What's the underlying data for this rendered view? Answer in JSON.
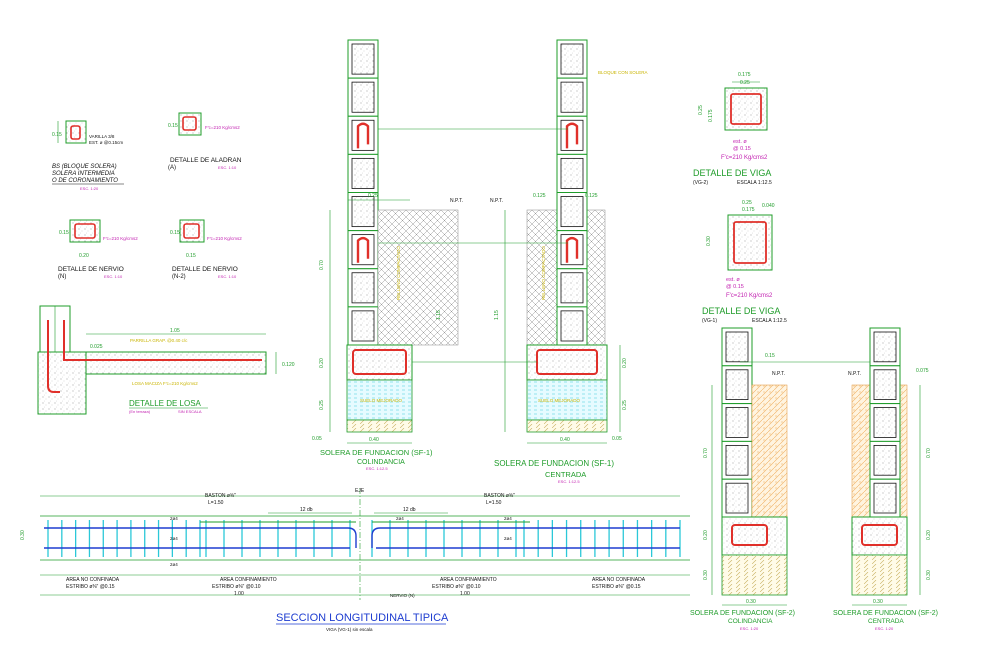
{
  "small_details": {
    "bs_dim": "0.15",
    "bs_note1": "VARILLA 3/8",
    "bs_note2": "EST. ø @0.15cm",
    "bs_title1": "BS (BLOQUE SOLERA)",
    "bs_title2": "SOLERA INTERMEDIA",
    "bs_title3": "O DE CORONAMIENTO",
    "bs_scale": "ESC. 1:20",
    "ala_dim": "0.15",
    "ala_note": "F'c=210 Kg/cms2",
    "ala_title": "DETALLE DE ALADRAN",
    "ala_sub": "(A)",
    "ala_scale": "ESC. 1:10",
    "n_dim_v": "0.15",
    "n_dim_h": "0.20",
    "n_note": "F'c=210 Kg/cms2",
    "n_title": "DETALLE DE NERVIO",
    "n_sub": "(N)",
    "n_scale": "ESC. 1:10",
    "n2_dim_v": "0.15",
    "n2_dim_h": "0.15",
    "n2_note": "F'c=210 Kg/cms2",
    "n2_title": "DETALLE DE NERVIO",
    "n2_sub": "(N-2)",
    "n2_scale": "ESC. 1:10"
  },
  "losa": {
    "dim_len": "1.05",
    "dim_thick": "0.120",
    "dim_top": "0.025",
    "note1": "PARRILLA GRAP. @0.40 c/c",
    "note2": "LOSA MACIZA F'c=210 Kg/cms2",
    "title": "DETALLE DE LOSA",
    "sub": "(En terraza)",
    "scale": "SIN ESCALA"
  },
  "sf1": {
    "left_title": "SOLERA DE FUNDACION (SF-1)",
    "left_sub": "COLINDANCIA",
    "left_scale": "ESC. 1:12.5",
    "right_title": "SOLERA DE FUNDACION (SF-1)",
    "right_sub": "CENTRADA",
    "right_scale": "ESC. 1:12.5",
    "npt": "N.P.T.",
    "dim_025": "0.25",
    "dim_0125a": "0.125",
    "dim_0125b": "0.125",
    "dim_070": "0.70",
    "dim_115a": "1.15",
    "dim_115b": "1.15",
    "dim_020a": "0.20",
    "dim_020b": "0.20",
    "dim_025b": "0.25",
    "dim_025c": "0.25",
    "dim_005a": "0.05",
    "dim_005b": "0.05",
    "dim_040a": "0.40",
    "dim_040b": "0.40",
    "note_bloque": "BLOQUE CON SOLERA",
    "note_fill": "RELLENO COMPACTADO",
    "note_soil": "SUELO MEJORADO"
  },
  "vigas": {
    "vg2_w1": "0.175",
    "vg2_w2": "0.25",
    "vg2_h": "0.25",
    "vg2_h2": "0.175",
    "vg2_note1": "est. ø",
    "vg2_note2": "@ 0.15",
    "vg2_fc": "F'c=210 Kg/cms2",
    "vg2_title": "DETALLE DE VIGA",
    "vg2_sub": "(VG-2)",
    "vg2_scale": "ESCALA 1:12.5",
    "vg1_w1": "0.25",
    "vg1_w2": "0.175",
    "vg1_w3": "0.040",
    "vg1_h": "0.30",
    "vg1_note1": "est. ø",
    "vg1_note2": "@ 0.15",
    "vg1_fc": "F'c=210 Kg/cms2",
    "vg1_title": "DETALLE DE VIGA",
    "vg1_sub": "(VG-1)",
    "vg1_scale": "ESCALA 1:12.5"
  },
  "sf2": {
    "dim_015": "0.15",
    "dim_0075": "0.075",
    "dim_070a": "0.70",
    "dim_070b": "0.70",
    "dim_020a": "0.20",
    "dim_020b": "0.20",
    "dim_030a": "0.30",
    "dim_030b": "0.30",
    "dim_030c": "0.30",
    "dim_030d": "0.30",
    "npt": "N.P.T.",
    "left_title": "SOLERA DE FUNDACION (SF-2)",
    "left_sub": "COLINDANCIA",
    "left_scale": "ESC. 1:20",
    "right_title": "SOLERA DE FUNDACION (SF-2)",
    "right_sub": "CENTRADA",
    "right_scale": "ESC. 1:20"
  },
  "seccion": {
    "eje": "EJE",
    "baston_l": "BASTON ø⅝\"",
    "baston_l2": "L=1.50",
    "baston_r": "BASTON ø⅝\"",
    "baston_r2": "L=1.50",
    "db_l": "12 db",
    "db_r": "12 db",
    "bar_24a": "2ø4",
    "bar_24b": "2ø4",
    "bar_24c": "2ø4",
    "bar_24d": "2ø4",
    "bar_24e": "2ø4",
    "bar_24f": "2ø4",
    "dim_h": "0.30",
    "area_nc_l": "AREA NO CONFINADA",
    "est_nc_l": "ESTRIBO ø⅜\" @0.15",
    "area_c_l": "AREA CONFINAMIENTO",
    "est_c_l": "ESTRIBO ø⅜\" @0.10",
    "len_c_l": "1.00",
    "nervio": "NERVIO (N)",
    "area_c_r": "AREA CONFINAMIENTO",
    "est_c_r": "ESTRIBO ø⅜\" @0.10",
    "len_c_r": "1.00",
    "area_nc_r": "AREA NO CONFINADA",
    "est_nc_r": "ESTRIBO ø⅜\" @0.15",
    "title": "SECCION LONGITUDINAL TIPICA",
    "subtitle": "VIGA (VG-1) sin escala"
  }
}
